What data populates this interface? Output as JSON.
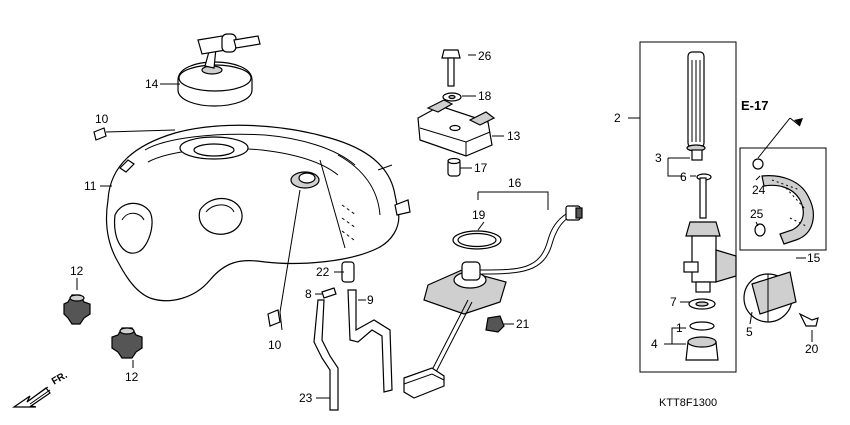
{
  "callouts": {
    "c1": "1",
    "c2": "2",
    "c3": "3",
    "c4": "4",
    "c5": "5",
    "c6": "6",
    "c7": "7",
    "c8": "8",
    "c9": "9",
    "c10a": "10",
    "c10b": "10",
    "c11": "11",
    "c12a": "12",
    "c12b": "12",
    "c13": "13",
    "c14": "14",
    "c15": "15",
    "c16": "16",
    "c17": "17",
    "c18": "18",
    "c19": "19",
    "c20": "20",
    "c21": "21",
    "c22": "22",
    "c23": "23",
    "c24": "24",
    "c25": "25",
    "c26": "26"
  },
  "reference": "E-17",
  "direction": "FR.",
  "diagram_code": "KTT8F1300"
}
